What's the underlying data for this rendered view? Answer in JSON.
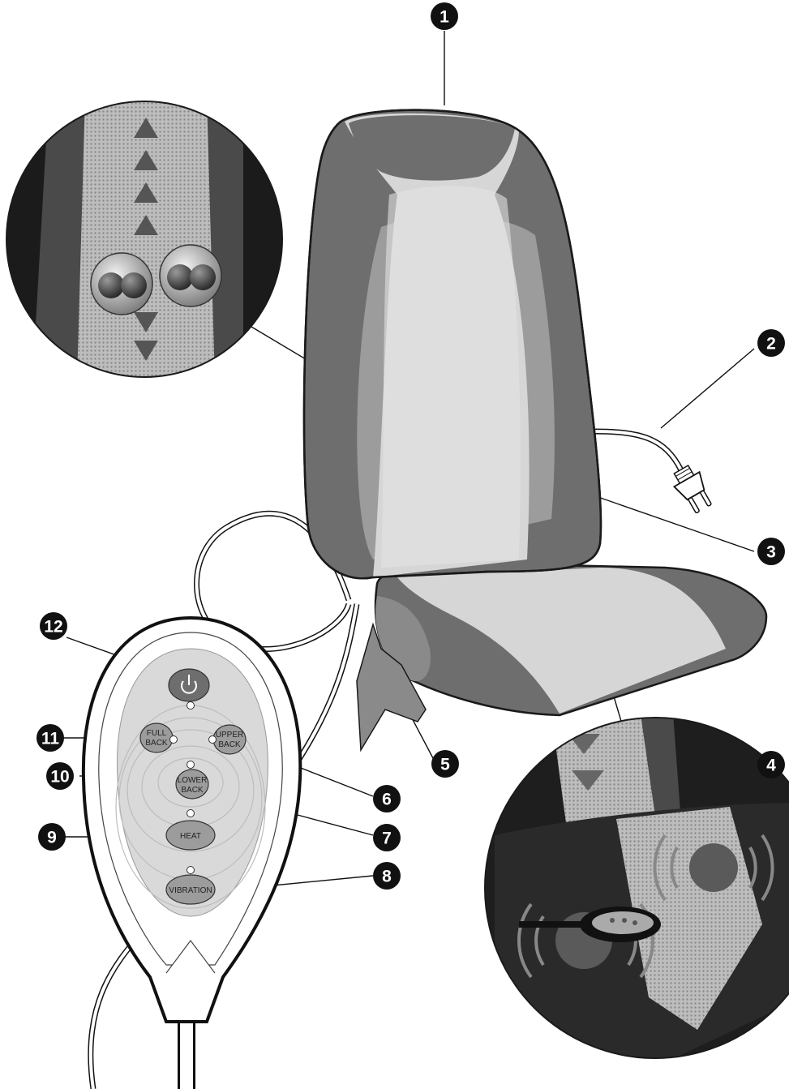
{
  "callouts": {
    "c1": "1",
    "c2": "2",
    "c3": "3",
    "c4": "4",
    "c5": "5",
    "c6": "6",
    "c7": "7",
    "c8": "8",
    "c9": "9",
    "c10": "10",
    "c11": "11",
    "c12": "12"
  },
  "remote": {
    "full_back_line1": "FULL",
    "full_back_line2": "BACK",
    "upper_back_line1": "UPPER",
    "upper_back_line2": "BACK",
    "lower_back_line1": "LOWER",
    "lower_back_line2": "BACK",
    "heat": "HEAT",
    "vibration": "VIBRATION"
  },
  "colors": {
    "dark_gray": "#6e6e6e",
    "mid_gray": "#9c9c9c",
    "light_gray": "#d6d6d6",
    "outline": "#1a1a1a",
    "callout_fill": "#111111"
  }
}
